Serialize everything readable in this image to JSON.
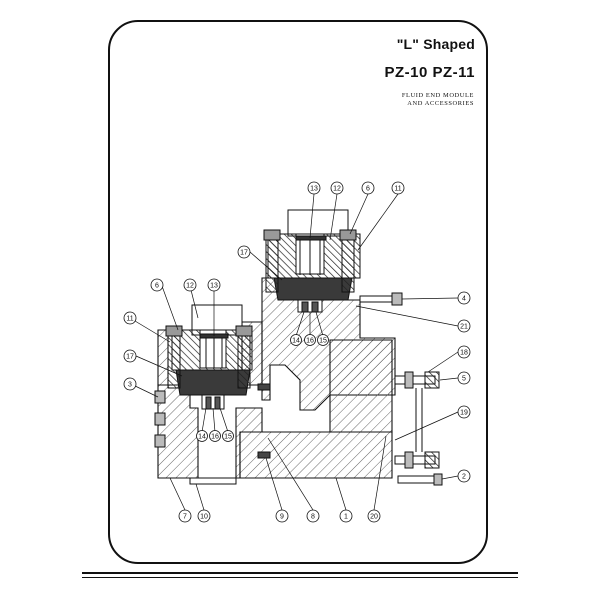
{
  "header": {
    "shape_title": "\"L\" Shaped",
    "model_title": "PZ-10  PZ-11",
    "subtitle_line1": "FLUID END MODULE",
    "subtitle_line2": "AND ACCESSORIES"
  },
  "callouts": [
    {
      "id": "c13a",
      "label": "13"
    },
    {
      "id": "c12a",
      "label": "12"
    },
    {
      "id": "c6a",
      "label": "6"
    },
    {
      "id": "c11a",
      "label": "11"
    },
    {
      "id": "c17a",
      "label": "17"
    },
    {
      "id": "c4",
      "label": "4"
    },
    {
      "id": "c21",
      "label": "21"
    },
    {
      "id": "c14a",
      "label": "14"
    },
    {
      "id": "c16a",
      "label": "16"
    },
    {
      "id": "c15a",
      "label": "15"
    },
    {
      "id": "c6b",
      "label": "6"
    },
    {
      "id": "c12b",
      "label": "12"
    },
    {
      "id": "c13b",
      "label": "13"
    },
    {
      "id": "c11b",
      "label": "11"
    },
    {
      "id": "c17b",
      "label": "17"
    },
    {
      "id": "c18",
      "label": "18"
    },
    {
      "id": "c3",
      "label": "3"
    },
    {
      "id": "c5",
      "label": "5"
    },
    {
      "id": "c14b",
      "label": "14"
    },
    {
      "id": "c16b",
      "label": "16"
    },
    {
      "id": "c15b",
      "label": "15"
    },
    {
      "id": "c19",
      "label": "19"
    },
    {
      "id": "c2",
      "label": "2"
    },
    {
      "id": "c7",
      "label": "7"
    },
    {
      "id": "c10",
      "label": "10"
    },
    {
      "id": "c9",
      "label": "9"
    },
    {
      "id": "c8",
      "label": "8"
    },
    {
      "id": "c1",
      "label": "1"
    },
    {
      "id": "c20",
      "label": "20"
    }
  ],
  "colors": {
    "ink": "#111111",
    "hatch": "#555555",
    "dark_fill": "#3a3a3a"
  }
}
